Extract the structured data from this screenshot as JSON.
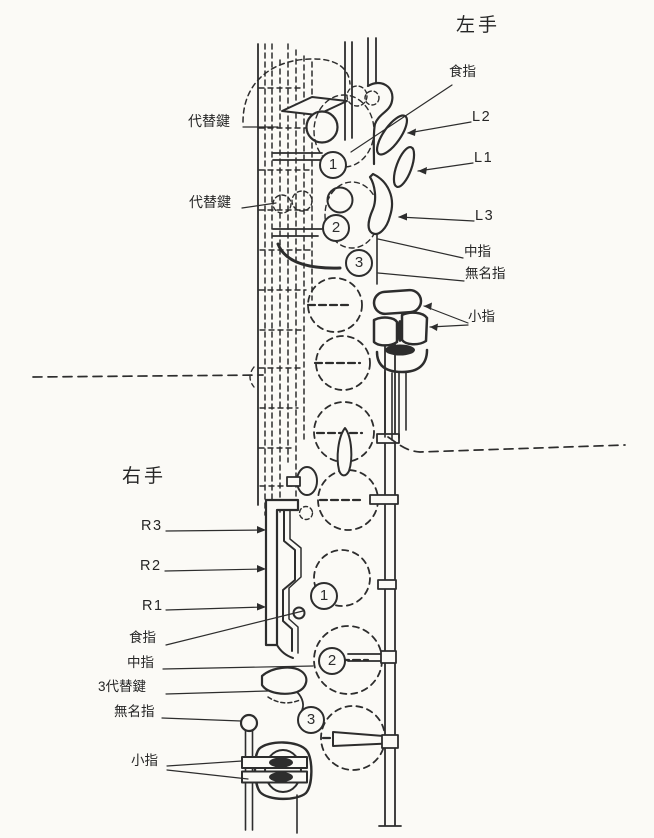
{
  "figure": {
    "description_type": "woodwind-fingering-diagram",
    "background_color": "#fbfaf6",
    "ink_color": "#2d2d2d",
    "left_hand": {
      "title": "左手",
      "alt_key_upper": "代替鍵",
      "alt_key_lower": "代替鍵",
      "index_finger": "食指",
      "key_l2": "L2",
      "key_l1": "L1",
      "key_l3": "L3",
      "middle_finger": "中指",
      "ring_finger": "無名指",
      "little_finger": "小指",
      "finger_circles": [
        "1",
        "2",
        "3"
      ]
    },
    "right_hand": {
      "title": "右手",
      "key_r3": "R3",
      "key_r2": "R2",
      "key_r1": "R1",
      "index_finger": "食指",
      "middle_finger": "中指",
      "alt_key_3": "3代替鍵",
      "ring_finger": "無名指",
      "little_finger": "小指",
      "finger_circles": [
        "1",
        "2",
        "3"
      ]
    }
  }
}
